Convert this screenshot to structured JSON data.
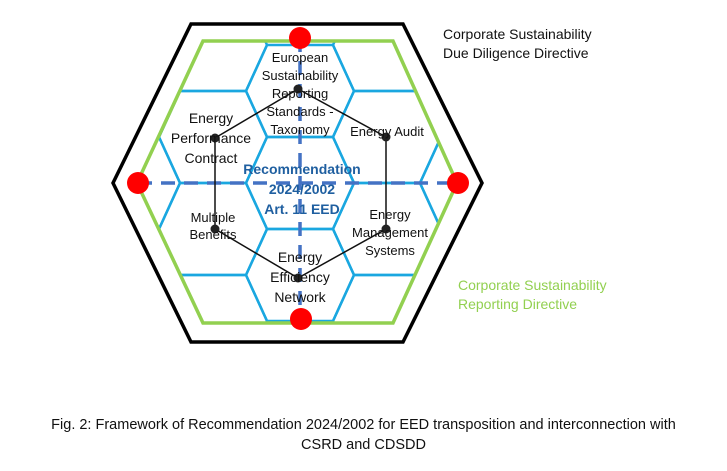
{
  "diagram": {
    "center": [
      "Recommendation",
      "2024/2002",
      "Art. 11 EED"
    ],
    "cells": {
      "esrs": [
        "European",
        "Sustainability",
        "Reporting",
        "Standards -",
        "Taxonomy"
      ],
      "epc": [
        "Energy",
        "Performance",
        "Contract"
      ],
      "audit": [
        "Energy Audit"
      ],
      "mb": [
        "Multiple",
        "Benefits"
      ],
      "ems": [
        "Energy",
        "Management",
        "Systems"
      ],
      "een": [
        "Energy",
        "Efficiency",
        "Network"
      ]
    },
    "csddd": [
      "Corporate Sustainability",
      "Due Diligence Directive"
    ],
    "csrd": [
      "Corporate Sustainability",
      "Reporting Directive"
    ]
  },
  "caption": [
    "Fig. 2: Framework of Recommendation 2024/2002 for EED transposition and interconnection with",
    "CSRD and CDSDD"
  ],
  "colors": {
    "hex_grid": "#1aa7e0",
    "csrd": "#92d050",
    "dashed": "#4472c4",
    "center_text": "#1f5fa0",
    "markers": "#ff0000"
  }
}
